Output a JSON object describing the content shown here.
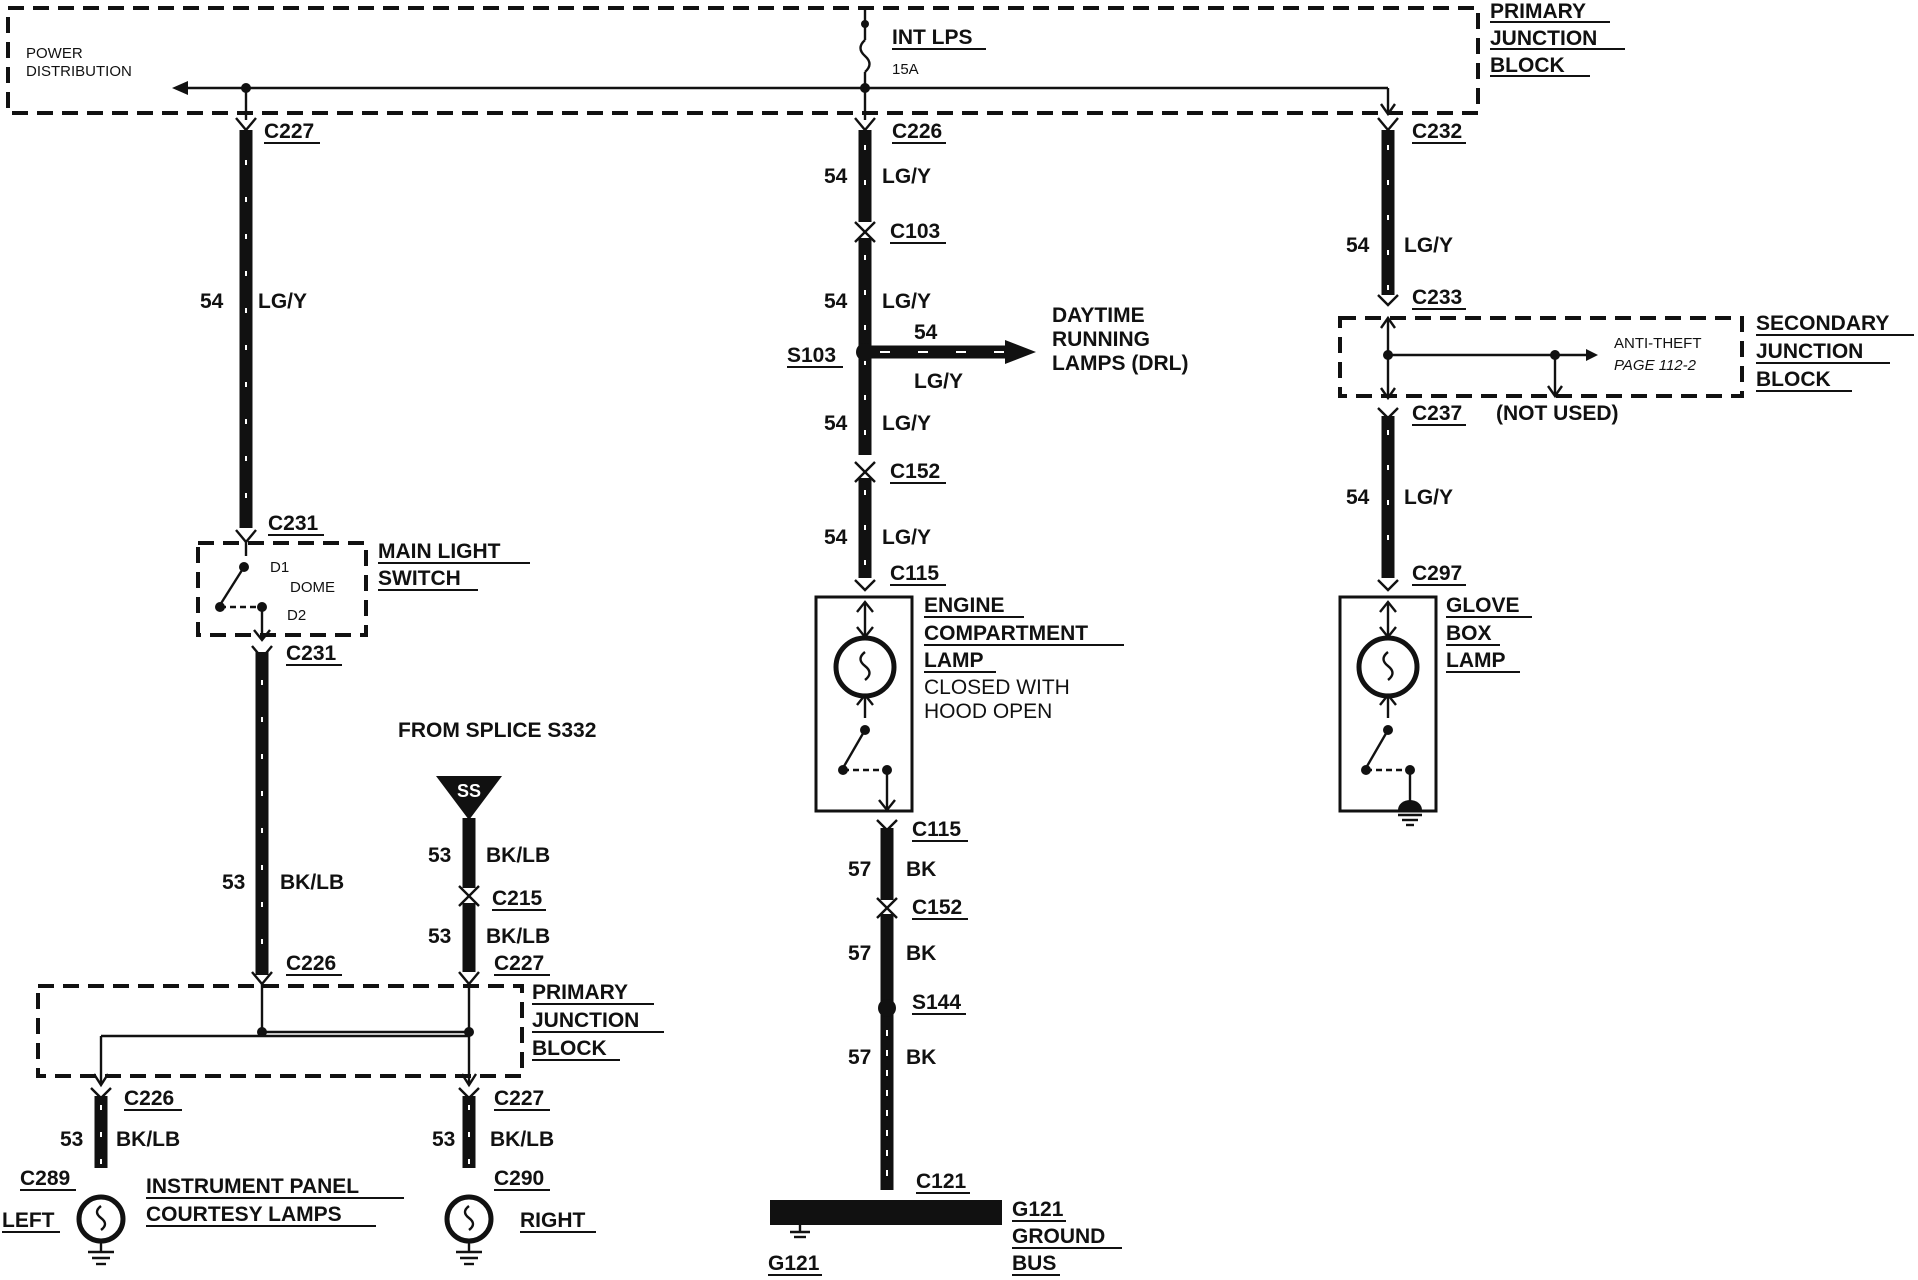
{
  "blocks": {
    "primary_top": [
      "PRIMARY",
      "JUNCTION",
      "BLOCK"
    ],
    "power_distribution": [
      "POWER",
      "DISTRIBUTION"
    ],
    "fuse_name": "INT LPS",
    "fuse_rating": "15A",
    "secondary": [
      "SECONDARY",
      "JUNCTION",
      "BLOCK"
    ],
    "anti_theft": [
      "ANTI-THEFT",
      "PAGE 112-2"
    ],
    "not_used": "(NOT USED)",
    "primary_bottom": [
      "PRIMARY",
      "JUNCTION",
      "BLOCK"
    ]
  },
  "wires": {
    "lgy": "LG/Y",
    "bklb": "BK/LB",
    "bk": "BK",
    "c54": "54",
    "c53": "53",
    "c57": "57"
  },
  "connectors": {
    "c227": "C227",
    "c226": "C226",
    "c232": "C232",
    "c103": "C103",
    "s103": "S103",
    "c152": "C152",
    "c115": "C115",
    "c233": "C233",
    "c237": "C237",
    "c297": "C297",
    "c231": "C231",
    "c215": "C215",
    "c289": "C289",
    "c290": "C290",
    "s144": "S144",
    "c121": "C121",
    "g121": "G121"
  },
  "components": {
    "drl": [
      "DAYTIME",
      "RUNNING",
      "LAMPS (DRL)"
    ],
    "main_light_switch": [
      "MAIN LIGHT",
      "SWITCH"
    ],
    "switch_d1": "D1",
    "switch_dome": "DOME",
    "switch_d2": "D2",
    "engine_lamp": [
      "ENGINE",
      "COMPARTMENT",
      "LAMP"
    ],
    "engine_lamp_note": [
      "CLOSED WITH",
      "HOOD OPEN"
    ],
    "glove_lamp": [
      "GLOVE",
      "BOX",
      "LAMP"
    ],
    "from_splice": "FROM SPLICE S332",
    "splice_symbol": "SS",
    "ip_lamps": [
      "INSTRUMENT PANEL",
      "COURTESY LAMPS"
    ],
    "left": "LEFT",
    "right": "RIGHT",
    "ground_bus": [
      "G121",
      "GROUND",
      "BUS"
    ]
  }
}
